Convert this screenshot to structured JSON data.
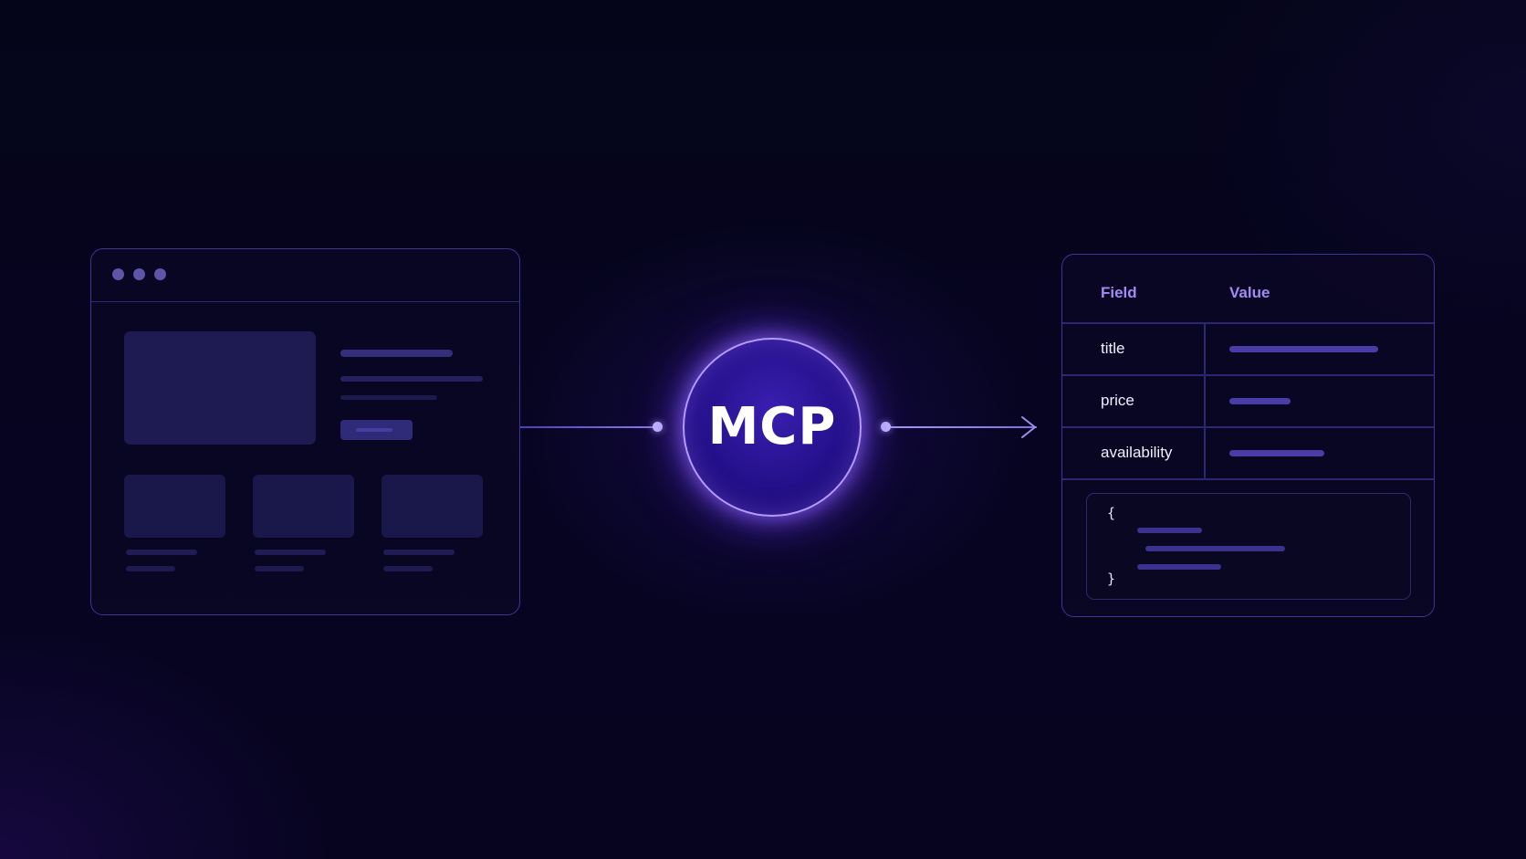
{
  "center_node": {
    "label": "MCP"
  },
  "table": {
    "headers": [
      "Field",
      "Value"
    ],
    "rows": [
      {
        "field": "title"
      },
      {
        "field": "price"
      },
      {
        "field": "availability"
      }
    ],
    "json_open": "{",
    "json_close": "}"
  },
  "colors": {
    "accent": "#a58af4",
    "circle_border": "#b49cff",
    "circle_fill": "#24108a",
    "panel_border": "#3d3596",
    "background": "#04041a"
  }
}
